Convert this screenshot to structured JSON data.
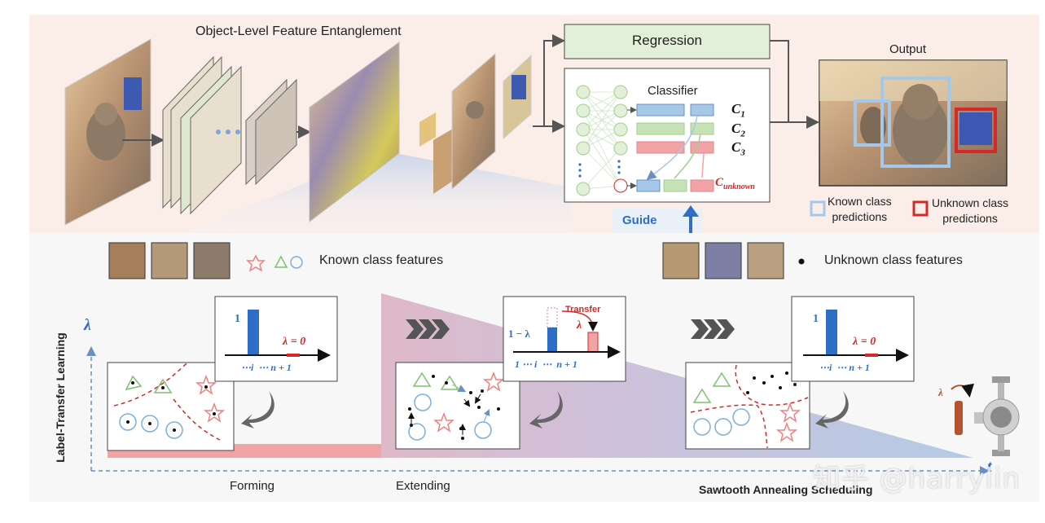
{
  "top": {
    "title": "Object-Level Feature Entanglement",
    "regression": "Regression",
    "classifier": "Classifier",
    "classes": [
      "C₁",
      "C₂",
      "C₃",
      "Cᵤₙₖₙₒᵤₙ"
    ],
    "class_base": [
      "C",
      "C",
      "C",
      "C"
    ],
    "class_sub": [
      "1",
      "2",
      "3",
      "unknown"
    ],
    "output": "Output",
    "guide": "Guide",
    "legend_known": [
      "Known class",
      "predictions"
    ],
    "legend_unknown": [
      "Unknown class",
      "predictions"
    ]
  },
  "features": {
    "known": "Known class features",
    "unknown": "Unknown class features"
  },
  "axis": {
    "y_title": "Label-Transfer Learning",
    "lambda": "λ",
    "t": "t"
  },
  "stages": {
    "forming": "Forming",
    "extending": "Extending",
    "sawtooth": "Sawtooth Annealing Scheduling"
  },
  "hist": {
    "one": "1",
    "one_minus": "1 − λ",
    "lambda_zero": "λ = 0",
    "lambda": "λ",
    "transfer": "Transfer",
    "axis_a": "⋯i  ⋯ n + 1",
    "axis_b": "1 ⋯ i  ⋯  n + 1"
  },
  "knob": {
    "lambda": "λ"
  },
  "watermark": "知乎 @harrylin",
  "colors": {
    "blue": "#2f6ec7",
    "red": "#d62828",
    "green": "#9fcf8c",
    "pink": "#f2a3a6",
    "lightblue": "#a6c8e8"
  }
}
